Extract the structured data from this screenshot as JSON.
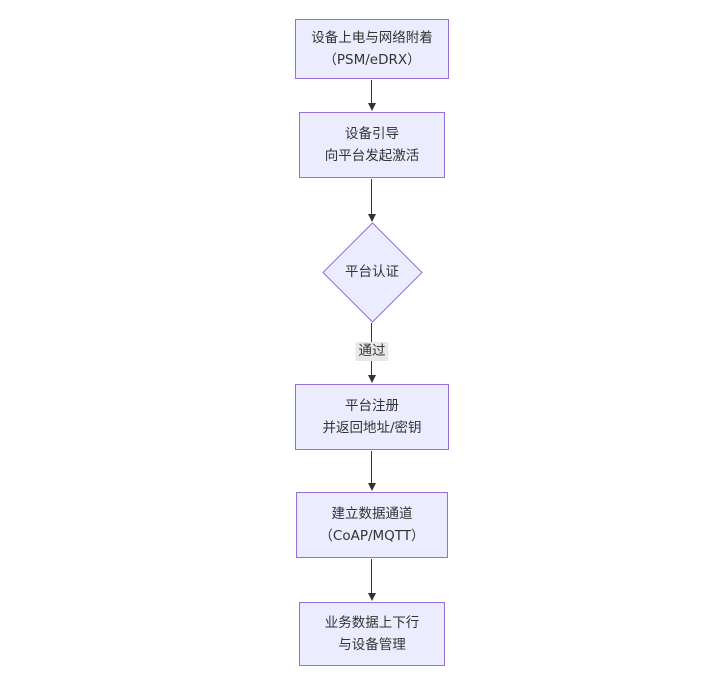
{
  "colors": {
    "node_fill": "#ECECFF",
    "node_border": "#9370DB",
    "line_color": "#333333",
    "text_color": "#333333",
    "edge_label_bg": "#e8e8e8",
    "background": "#ffffff"
  },
  "flow": {
    "type": "flowchart-vertical",
    "nodes": [
      {
        "id": "power-attach",
        "shape": "rect",
        "lines": [
          "设备上电与网络附着",
          "（PSM/eDRX）"
        ]
      },
      {
        "id": "bootstrap",
        "shape": "rect",
        "lines": [
          "设备引导",
          "向平台发起激活"
        ]
      },
      {
        "id": "platform-auth",
        "shape": "diamond",
        "lines": [
          "平台认证"
        ]
      },
      {
        "id": "register",
        "shape": "rect",
        "lines": [
          "平台注册",
          "并返回地址/密钥"
        ]
      },
      {
        "id": "data-channel",
        "shape": "rect",
        "lines": [
          "建立数据通道",
          "（CoAP/MQTT）"
        ]
      },
      {
        "id": "business-data",
        "shape": "rect",
        "lines": [
          "业务数据上下行",
          "与设备管理"
        ]
      }
    ],
    "edges": [
      {
        "from": "power-attach",
        "to": "bootstrap",
        "label": ""
      },
      {
        "from": "bootstrap",
        "to": "platform-auth",
        "label": ""
      },
      {
        "from": "platform-auth",
        "to": "register",
        "label": "通过"
      },
      {
        "from": "register",
        "to": "data-channel",
        "label": ""
      },
      {
        "from": "data-channel",
        "to": "business-data",
        "label": ""
      }
    ]
  }
}
